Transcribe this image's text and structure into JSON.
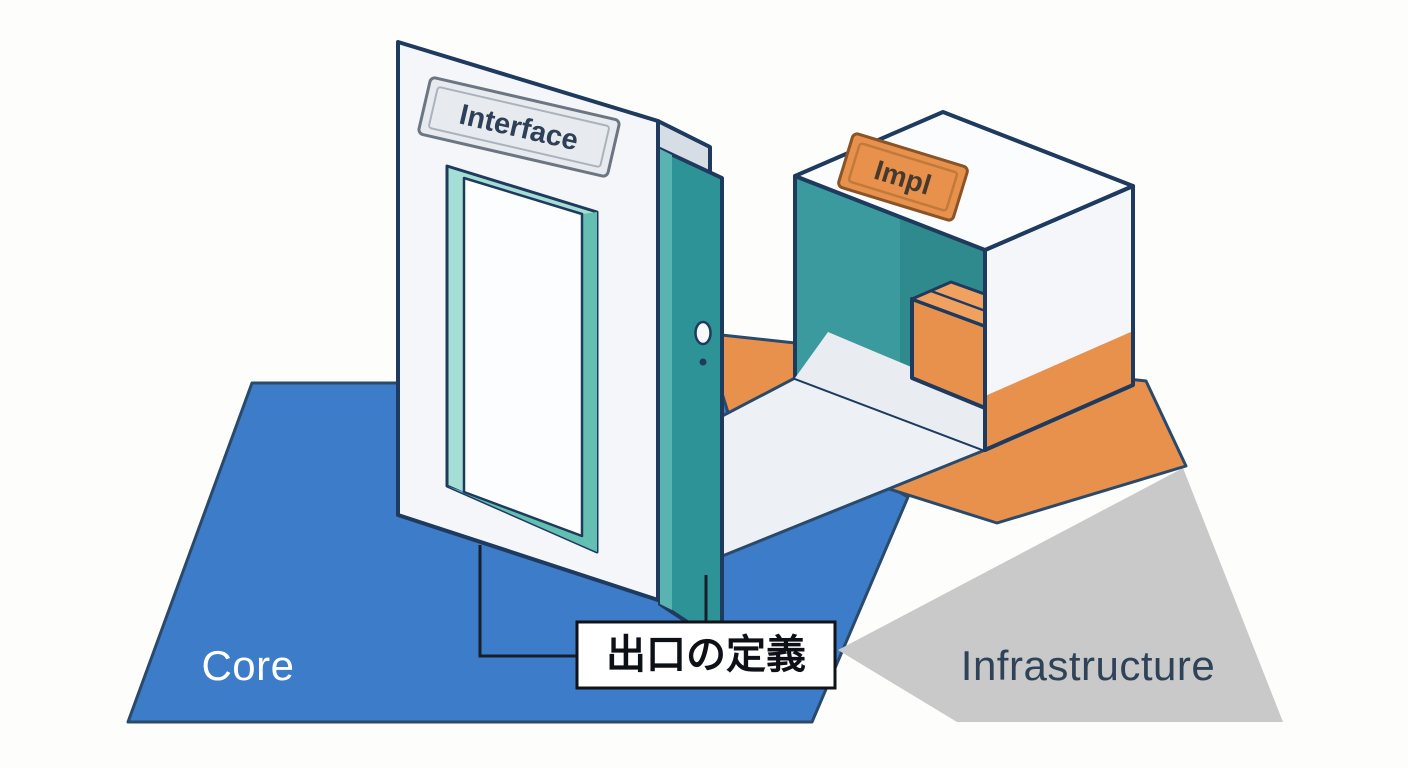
{
  "diagram": {
    "kind": "isometric architecture illustration (ports and adapters)",
    "labels": {
      "interface_sign": "Interface",
      "impl_sign": "Impl",
      "core_floor": "Core",
      "infrastructure_floor": "Infrastructure",
      "callout": "出口の定義"
    },
    "colors": {
      "core_blue": "#3d7cc9",
      "infrastructure_gray": "#c9c9c9",
      "adapter_orange": "#e8914d",
      "door_teal": "#2e9396",
      "lining_mint": "#a5ded4",
      "outline_navy": "#1e3a5f",
      "path_white": "#edf1f6",
      "callout_border": "#101418"
    }
  }
}
